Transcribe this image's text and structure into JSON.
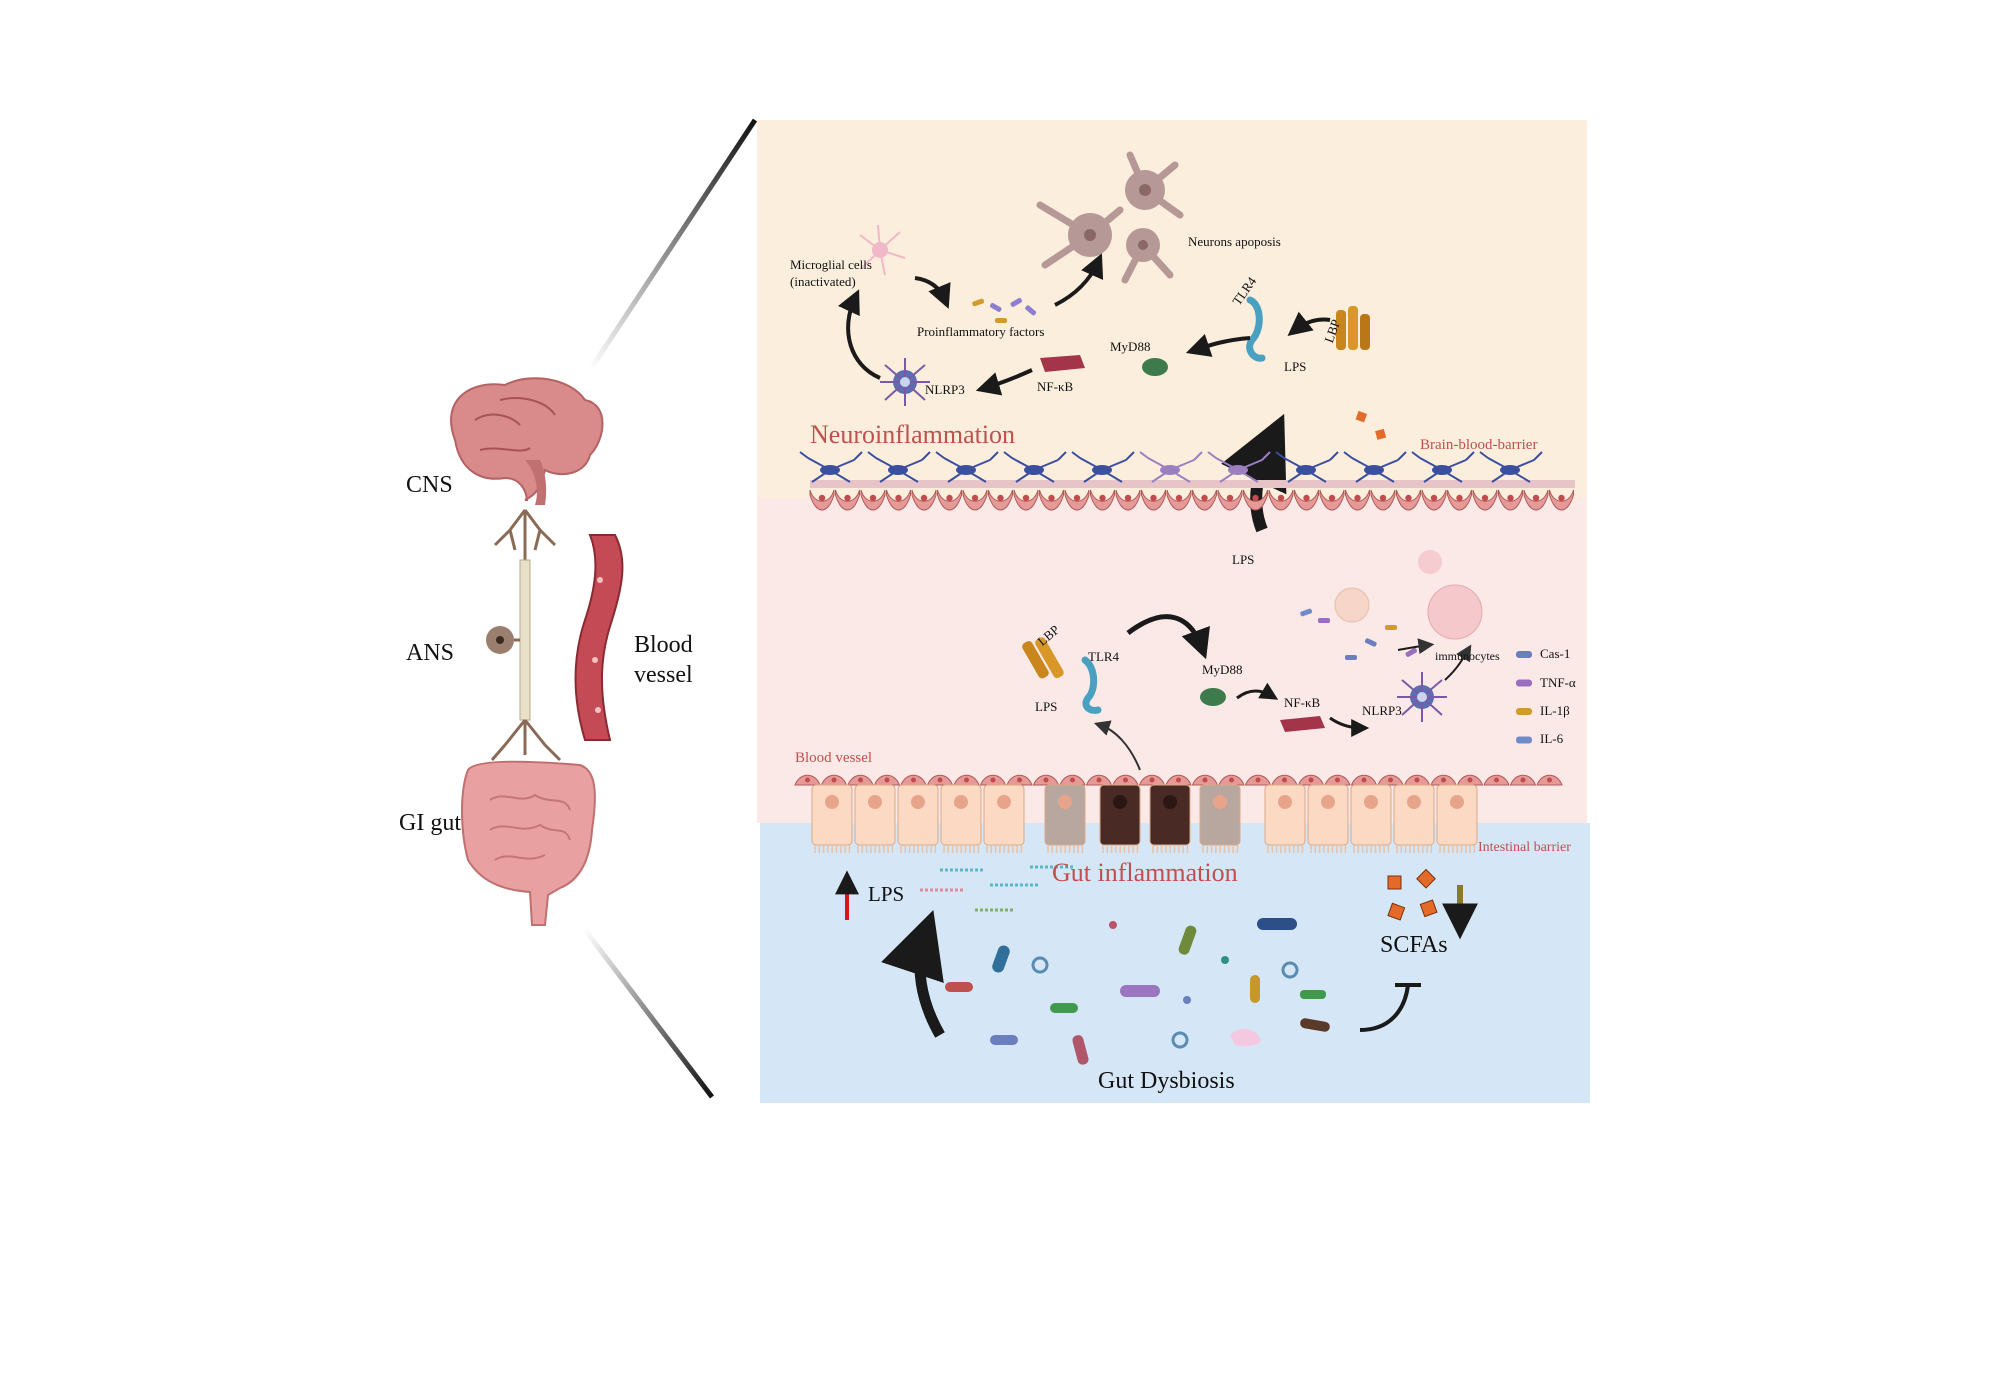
{
  "left_panel": {
    "cns": "CNS",
    "ans": "ANS",
    "gi_gut": "GI gut",
    "blood_vessel_line1": "Blood",
    "blood_vessel_line2": "vessel"
  },
  "brain_region": {
    "microglia_line1": "Microglial cells",
    "microglia_line2": "(inactivated)",
    "proinflammatory": "Proinflammatory factors",
    "neurons_apoptosis": "Neurons apoposis",
    "myd88": "MyD88",
    "nfkb": "NF-κB",
    "nlrp3": "NLRP3",
    "tlr4": "TLR4",
    "lbp": "LBP",
    "lps": "LPS",
    "neuroinflammation": "Neuroinflammation",
    "barrier": "Brain-blood-barrier"
  },
  "blood_region": {
    "lps_crossing": "LPS",
    "lbp": "LBP",
    "tlr4": "TLR4",
    "lps": "LPS",
    "myd88": "MyD88",
    "nfkb": "NF-κB",
    "nlrp3": "NLRP3",
    "immunocytes": "immunocytes",
    "blood_vessel": "Blood vessel"
  },
  "legend": [
    {
      "label": "Cas-1",
      "color": "#6b7fbf"
    },
    {
      "label": "TNF-α",
      "color": "#9a6fc0"
    },
    {
      "label": "IL-1β",
      "color": "#d29a2c"
    },
    {
      "label": "IL-6",
      "color": "#6f8cc9"
    }
  ],
  "gut_region": {
    "intestinal_barrier": "Intestinal barrier",
    "gut_inflammation": "Gut inflammation",
    "lps_up": "LPS",
    "scfas": "SCFAs",
    "dysbiosis": "Gut Dysbiosis"
  },
  "colors": {
    "brain_bg": "#fbeedd",
    "blood_bg": "#fbe9e8",
    "gut_bg": "#d5e7f6",
    "accent_red": "#c0504d"
  }
}
